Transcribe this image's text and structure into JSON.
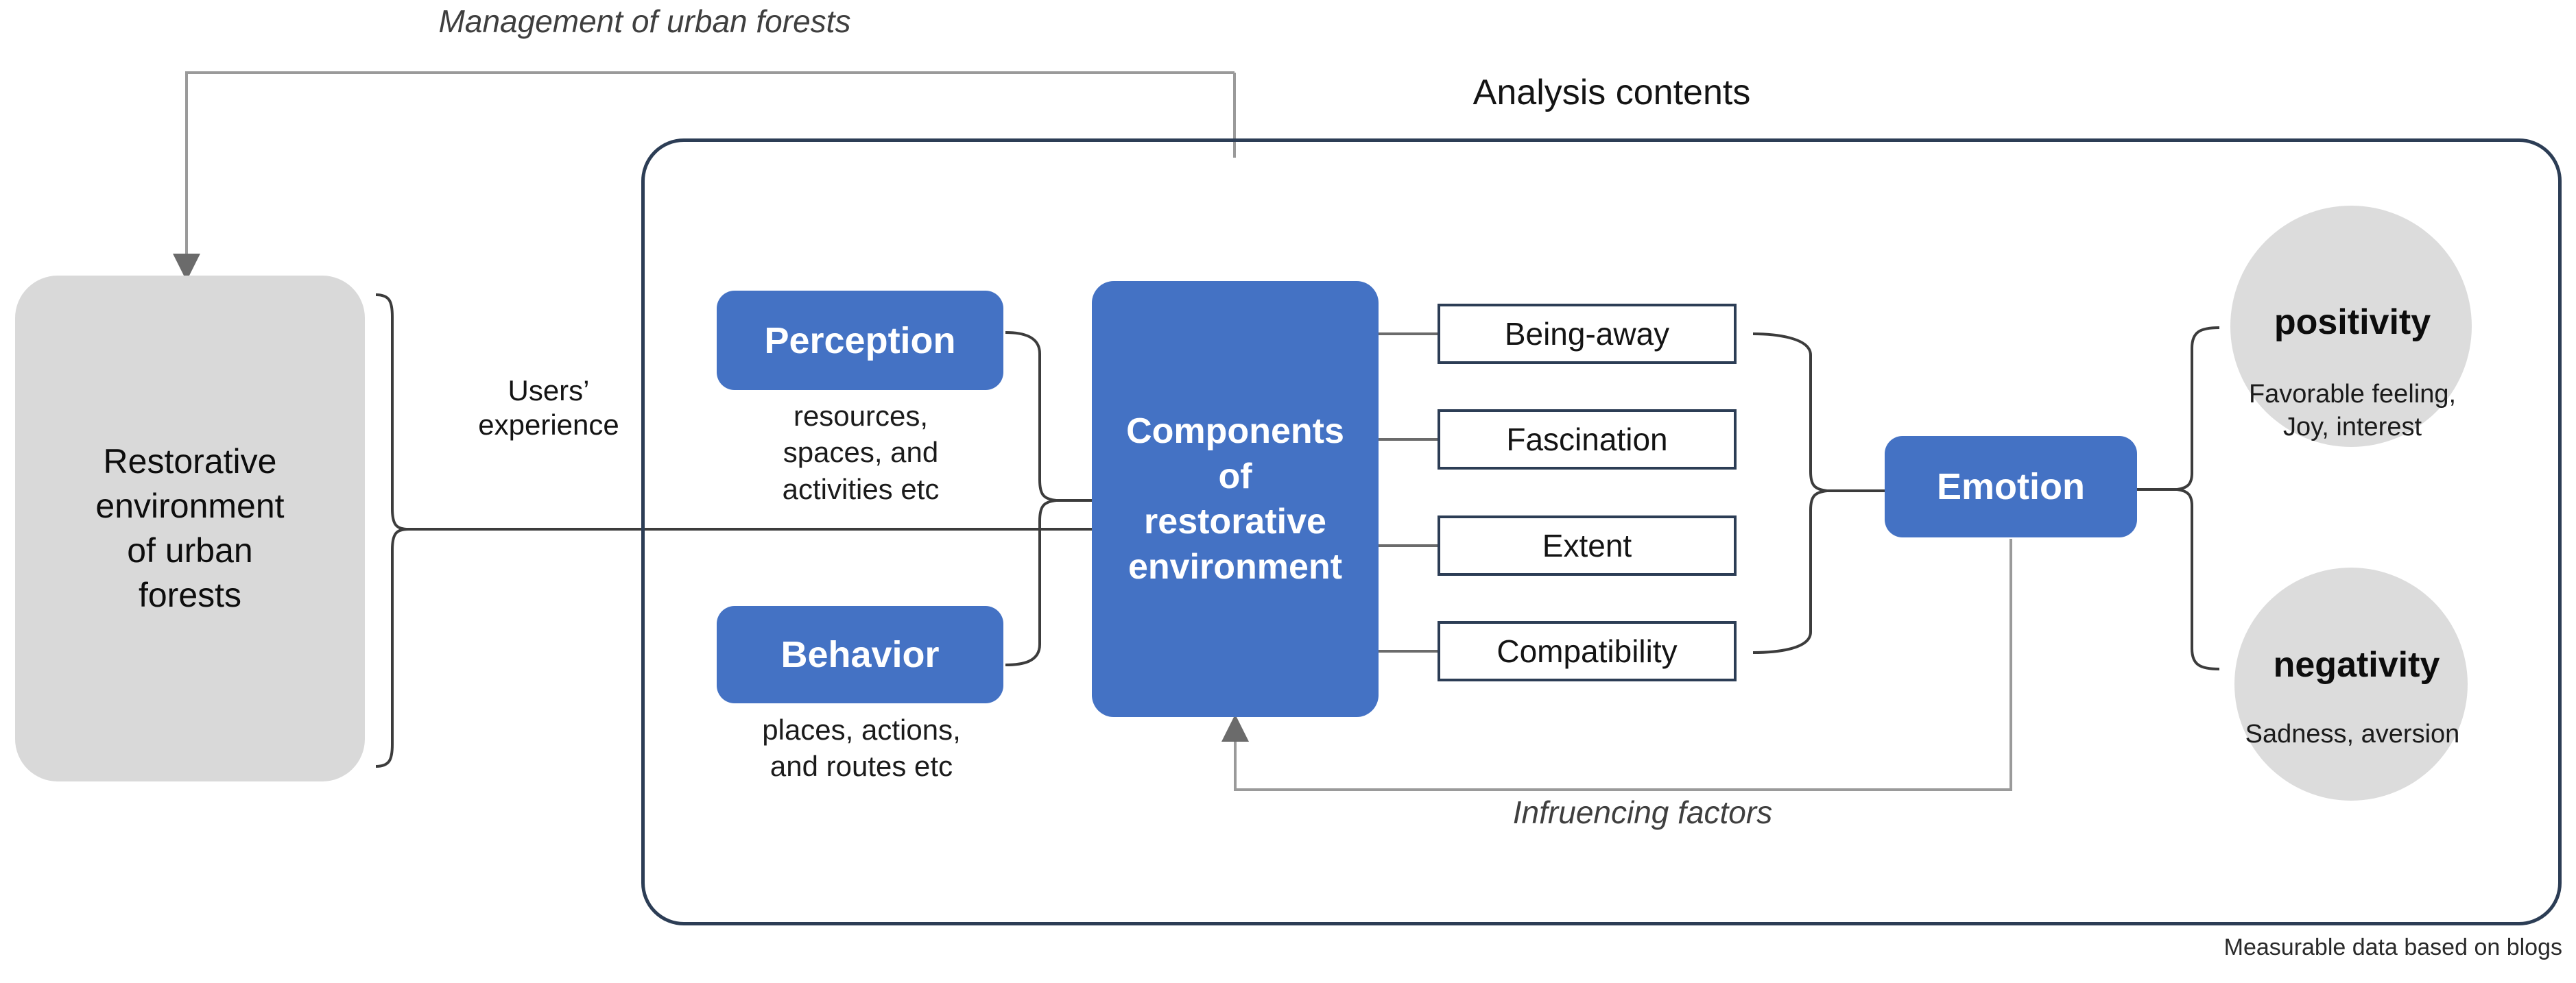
{
  "diagram": {
    "title_top_left": "Management of urban forests",
    "title_center": "Analysis contents",
    "title_bottom_loop": "Infruencing factors",
    "caption_bottom_right": "Measurable data based on blogs",
    "connector_label_left": "Users’\nexperience",
    "source_node": {
      "label": "Restorative\nenvironment\nof urban\nforests",
      "fill": "#d9d9d9"
    },
    "input_nodes": [
      {
        "label": "Perception",
        "sub": "resources,\nspaces, and\nactivities etc",
        "fill": "#4472c4"
      },
      {
        "label": "Behavior",
        "sub": "places, actions,\nand routes etc",
        "fill": "#4472c4"
      }
    ],
    "center_node": {
      "label": "Components\nof\nrestorative\nenvironment",
      "fill": "#4472c4"
    },
    "component_boxes": [
      {
        "label": "Being-away"
      },
      {
        "label": "Fascination"
      },
      {
        "label": "Extent"
      },
      {
        "label": "Compatibility"
      }
    ],
    "emotion_node": {
      "label": "Emotion",
      "fill": "#4472c4"
    },
    "outcome_circles": [
      {
        "title": "positivity",
        "sub": "Favorable feeling,\nJoy, interest",
        "fill": "#dcdcdc"
      },
      {
        "title": "negativity",
        "sub": "Sadness, aversion",
        "fill": "#dcdcdc"
      }
    ],
    "colors": {
      "blue_node": "#4472c4",
      "gray_node": "#d9d9d9",
      "border_dark": "#2c3d55",
      "connector_line": "#4a4a4a",
      "faint_line": "#9a9a9a"
    }
  }
}
